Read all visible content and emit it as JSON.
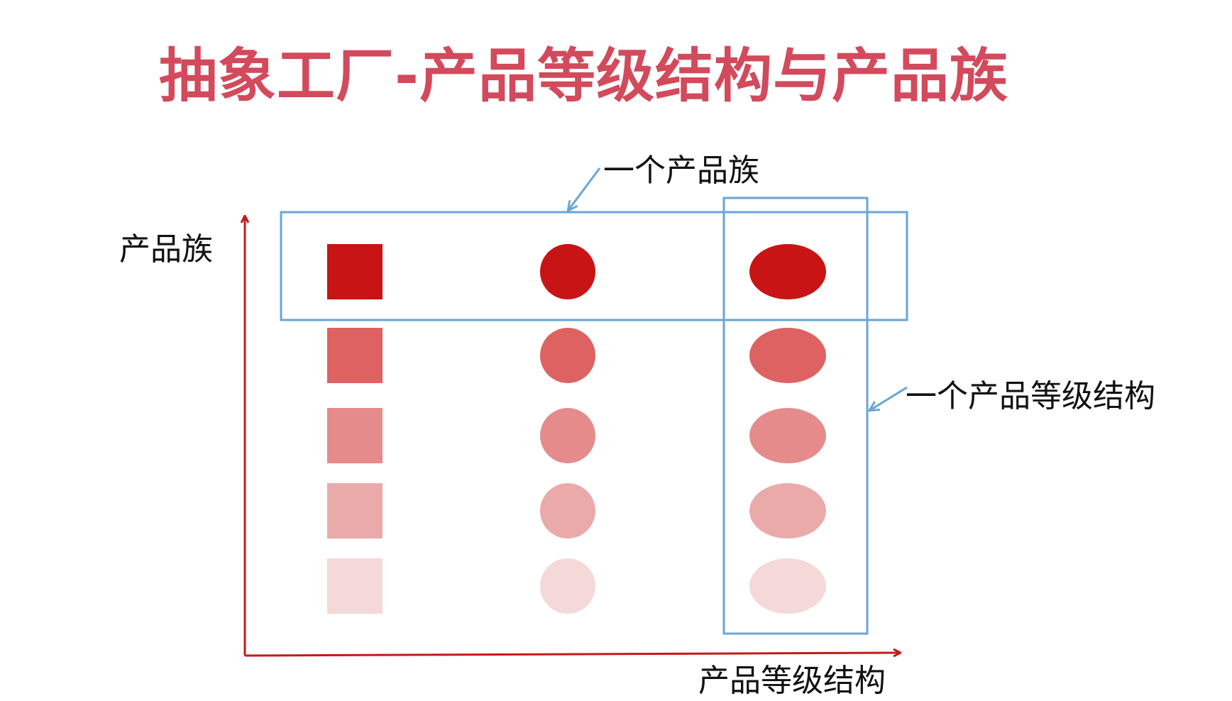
{
  "title": "抽象工厂-产品等级结构与产品族",
  "labels": {
    "family_axis": "产品族",
    "grade_axis": "产品等级结构",
    "one_family": "一个产品族",
    "one_grade": "一个产品等级结构"
  },
  "colors": {
    "title": "#d24a5c",
    "axis": "#c41a1a",
    "highlight_box": "#6aa5d6",
    "shape_shades": [
      "#c81414",
      "#de6262",
      "#e58b8b",
      "#ebaaaa",
      "#f5d8d8"
    ]
  },
  "shape_columns": [
    "square",
    "circle",
    "ellipse"
  ]
}
